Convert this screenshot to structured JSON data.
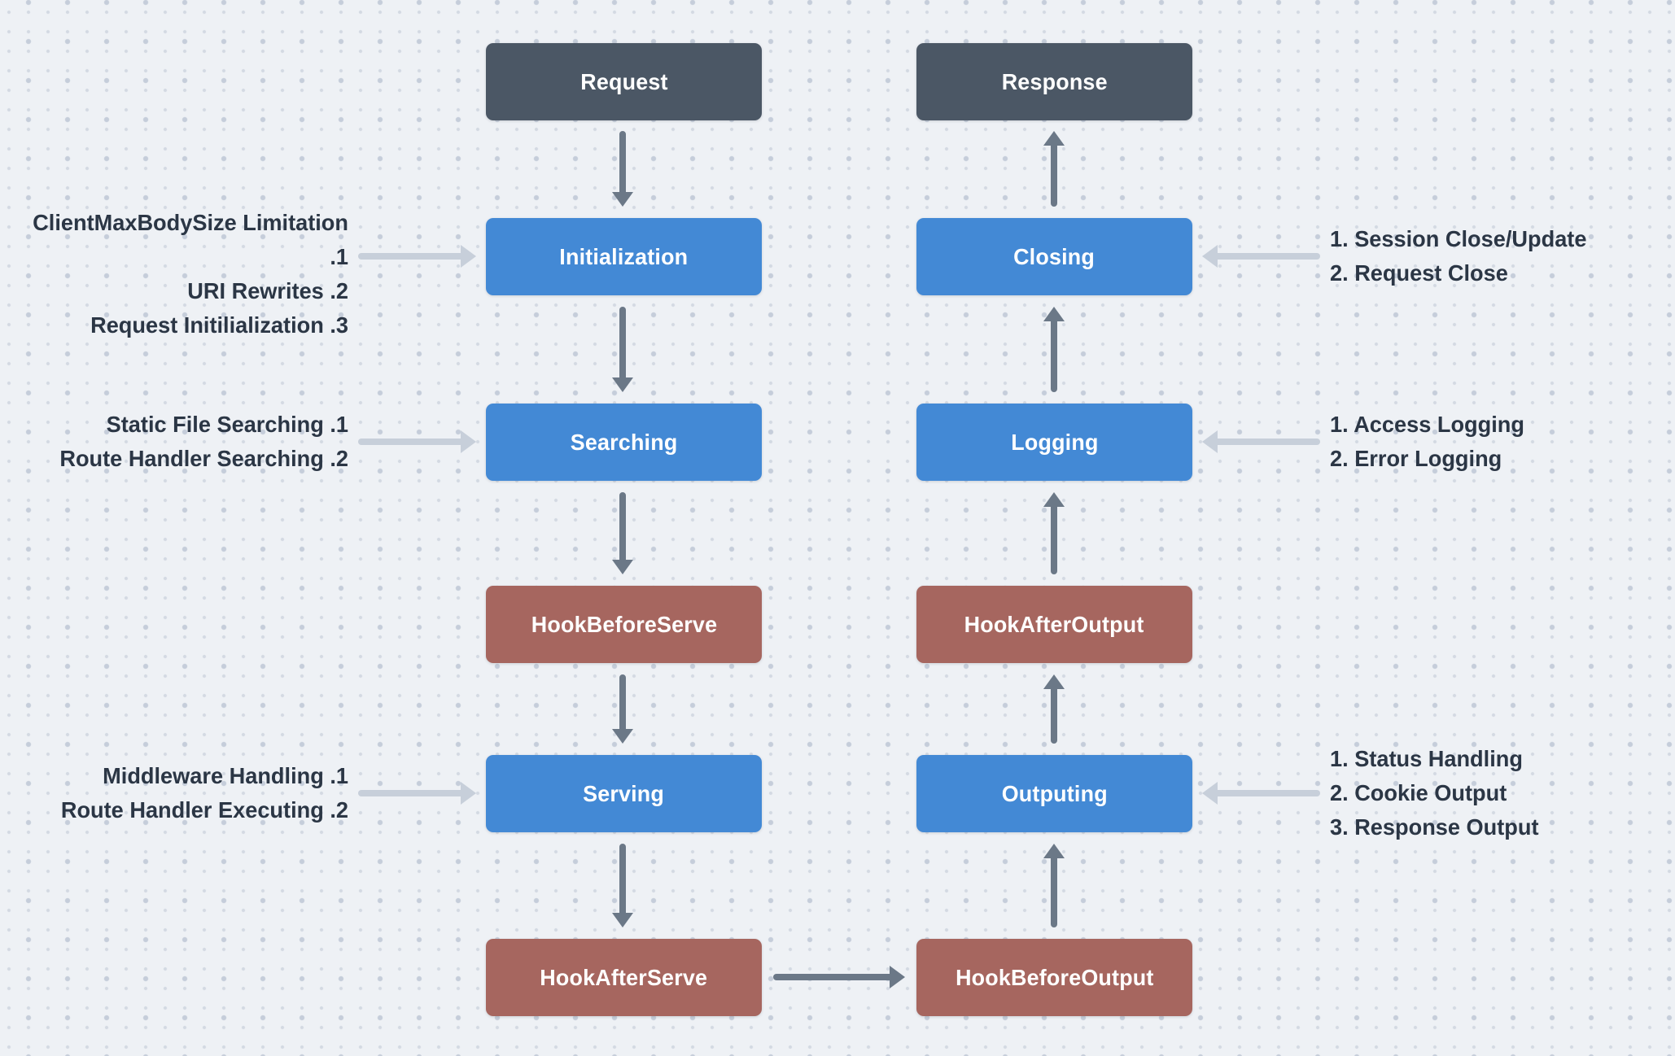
{
  "diagram_type": "request-lifecycle-flowchart",
  "colors": {
    "background": "#eef1f5",
    "terminal_node": "#4b5765",
    "stage_node": "#4389d5",
    "hook_node": "#a6665f",
    "flow_arrow": "#6b7887",
    "annotation_arrow": "#c7cfda",
    "annotation_text": "#2b3645",
    "node_text": "#ffffff"
  },
  "nodes": {
    "request": {
      "label": "Request",
      "type": "terminal"
    },
    "initialization": {
      "label": "Initialization",
      "type": "stage"
    },
    "searching": {
      "label": "Searching",
      "type": "stage"
    },
    "hook_before_serve": {
      "label": "HookBeforeServe",
      "type": "hook"
    },
    "serving": {
      "label": "Serving",
      "type": "stage"
    },
    "hook_after_serve": {
      "label": "HookAfterServe",
      "type": "hook"
    },
    "hook_before_output": {
      "label": "HookBeforeOutput",
      "type": "hook"
    },
    "outputing": {
      "label": "Outputing",
      "type": "stage"
    },
    "hook_after_output": {
      "label": "HookAfterOutput",
      "type": "hook"
    },
    "logging": {
      "label": "Logging",
      "type": "stage"
    },
    "closing": {
      "label": "Closing",
      "type": "stage"
    },
    "response": {
      "label": "Response",
      "type": "terminal"
    }
  },
  "edges": [
    [
      "Request",
      "Initialization"
    ],
    [
      "Initialization",
      "Searching"
    ],
    [
      "Searching",
      "HookBeforeServe"
    ],
    [
      "HookBeforeServe",
      "Serving"
    ],
    [
      "Serving",
      "HookAfterServe"
    ],
    [
      "HookAfterServe",
      "HookBeforeOutput"
    ],
    [
      "HookBeforeOutput",
      "Outputing"
    ],
    [
      "Outputing",
      "HookAfterOutput"
    ],
    [
      "HookAfterOutput",
      "Logging"
    ],
    [
      "Logging",
      "Closing"
    ],
    [
      "Closing",
      "Response"
    ]
  ],
  "annotations": {
    "initialization": {
      "side": "left",
      "lines": [
        "ClientMaxBodySize Limitation .1",
        "URI Rewrites .2",
        "Request Initilialization .3"
      ]
    },
    "searching": {
      "side": "left",
      "lines": [
        "Static File Searching .1",
        "Route Handler Searching .2"
      ]
    },
    "serving": {
      "side": "left",
      "lines": [
        "Middleware Handling .1",
        "Route Handler Executing .2"
      ]
    },
    "closing": {
      "side": "right",
      "lines": [
        "1. Session Close/Update",
        "2. Request Close"
      ]
    },
    "logging": {
      "side": "right",
      "lines": [
        "1. Access Logging",
        "2. Error Logging"
      ]
    },
    "outputing": {
      "side": "right",
      "lines": [
        "1. Status Handling",
        "2. Cookie Output",
        "3. Response Output"
      ]
    }
  }
}
